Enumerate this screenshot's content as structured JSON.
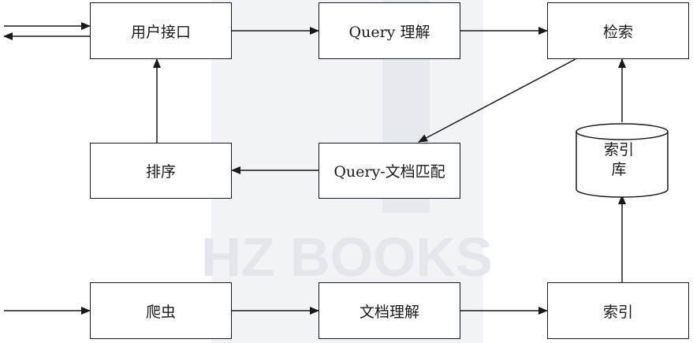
{
  "watermark": {
    "text": "HZ BOOKS",
    "color": "#c9ced6"
  },
  "nodes": {
    "user_interface": "用户接口",
    "query_understanding": "Query 理解",
    "retrieval": "检索",
    "ranking": "排序",
    "query_doc_matching": "Query-文档匹配",
    "index_db": "索引\n库",
    "crawler": "爬虫",
    "doc_understanding": "文档理解",
    "indexing": "索引"
  },
  "colors": {
    "line": "#1a1a1a",
    "box_fill": "#ffffff"
  }
}
